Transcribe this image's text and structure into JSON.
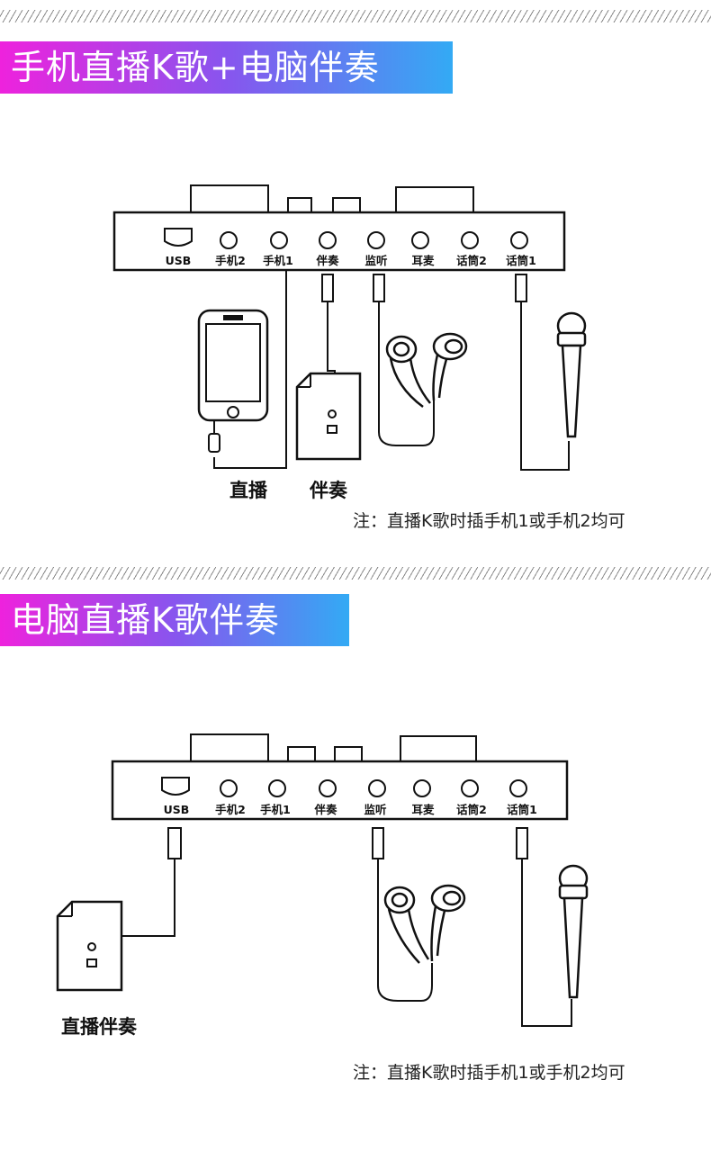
{
  "sections": [
    {
      "title": "手机直播K歌+电脑伴奏",
      "port_labels": [
        "USB",
        "手机2",
        "手机1",
        "伴奏",
        "监听",
        "耳麦",
        "话筒2",
        "话筒1"
      ],
      "captions": [
        "直播",
        "伴奏"
      ],
      "note": "注：直播K歌时插手机1或手机2均可"
    },
    {
      "title": "电脑直播K歌伴奏",
      "port_labels": [
        "USB",
        "手机2",
        "手机1",
        "伴奏",
        "监听",
        "耳麦",
        "话筒2",
        "话筒1"
      ],
      "captions": [
        "直播伴奏"
      ],
      "note": "注：直播K歌时插手机1或手机2均可"
    }
  ],
  "colors": {
    "banner_gradient": [
      "#ee22dd",
      "#8855ee",
      "#33aaf4"
    ],
    "stripe": "#8a8a8a",
    "line": "#111111"
  },
  "icons": [
    "usb-port-icon",
    "audio-jack-icon",
    "phone-icon",
    "computer-tower-icon",
    "earphones-icon",
    "microphone-icon"
  ]
}
